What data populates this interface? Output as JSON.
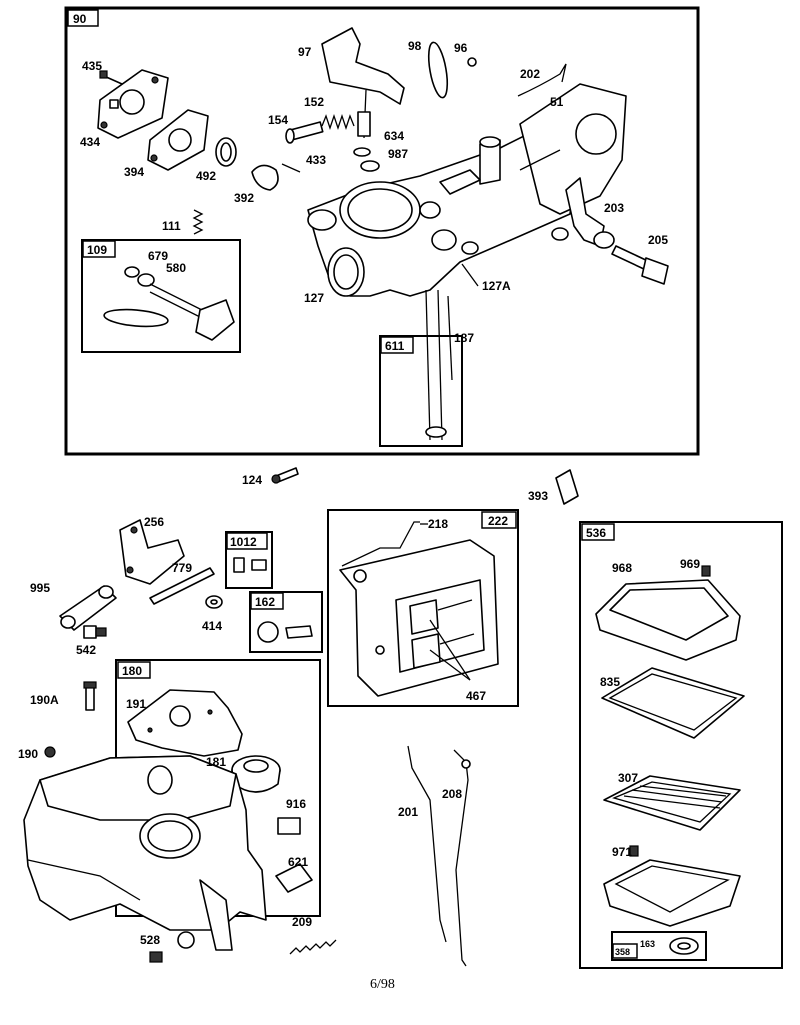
{
  "page_number": "6/98",
  "boxes": {
    "carb": "90",
    "choke": "109",
    "tube": "611",
    "link": "1012",
    "bolt": "162",
    "tank": "180",
    "plate": "222",
    "filter": "536",
    "base": "358"
  },
  "labels": {
    "p435": "435",
    "p434": "434",
    "p394": "394",
    "p492": "492",
    "p392": "392",
    "p433": "433",
    "p154": "154",
    "p152": "152",
    "p97": "97",
    "p98": "98",
    "p96": "96",
    "p634": "634",
    "p987": "987",
    "p202": "202",
    "p51": "51",
    "p203": "203",
    "p205": "205",
    "p111": "111",
    "p679": "679",
    "p580": "580",
    "p127": "127",
    "p127a": "127A",
    "p187": "187",
    "p124": "124",
    "p393": "393",
    "p256": "256",
    "p779": "779",
    "p995": "995",
    "p414": "414",
    "p542": "542",
    "p218": "218",
    "p467": "467",
    "p968": "968",
    "p969": "969",
    "p835": "835",
    "p307": "307",
    "p971": "971",
    "p163": "163",
    "p190a": "190A",
    "p190": "190",
    "p191": "191",
    "p181": "181",
    "p916": "916",
    "p621": "621",
    "p528": "528",
    "p209": "209",
    "p201": "201",
    "p208": "208"
  }
}
